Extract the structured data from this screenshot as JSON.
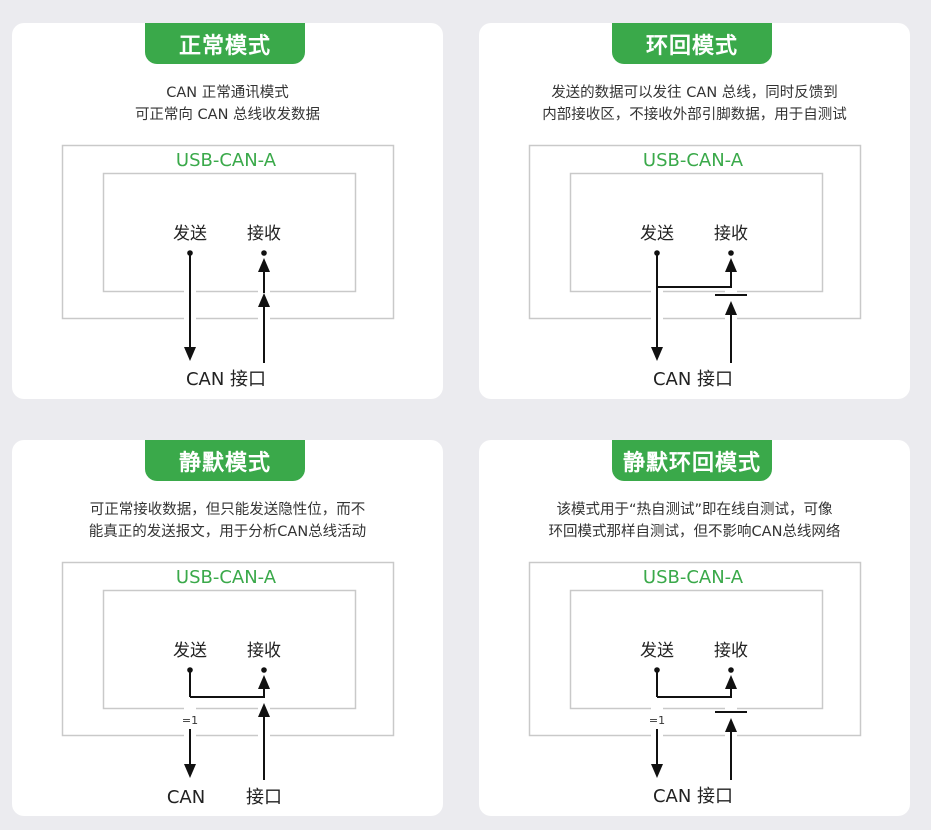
{
  "colors": {
    "accent": "#3aa94a",
    "background": "#ebebef"
  },
  "panels": [
    {
      "title": "正常模式",
      "desc": [
        "CAN 正常通讯模式",
        "可正常向 CAN 总线收发数据"
      ],
      "device": "USB-CAN-A",
      "send": "发送",
      "recv": "接收",
      "bottom_left": "CAN 接口",
      "bottom_right": "",
      "gate": ""
    },
    {
      "title": "环回模式",
      "desc": [
        "发送的数据可以发往 CAN 总线，同时反馈到",
        "内部接收区，不接收外部引脚数据，用于自测试"
      ],
      "device": "USB-CAN-A",
      "send": "发送",
      "recv": "接收",
      "bottom_left": "CAN 接口",
      "bottom_right": "",
      "gate": ""
    },
    {
      "title": "静默模式",
      "desc": [
        "可正常接收数据，但只能发送隐性位，而不",
        "能真正的发送报文，用于分析CAN总线活动"
      ],
      "device": "USB-CAN-A",
      "send": "发送",
      "recv": "接收",
      "bottom_left": "CAN",
      "bottom_right": "接口",
      "gate": "=1"
    },
    {
      "title": "静默环回模式",
      "desc": [
        "该模式用于“热自测试”即在线自测试，可像",
        "环回模式那样自测试，但不影响CAN总线网络"
      ],
      "device": "USB-CAN-A",
      "send": "发送",
      "recv": "接收",
      "bottom_left": "CAN 接口",
      "bottom_right": "",
      "gate": "=1"
    }
  ]
}
